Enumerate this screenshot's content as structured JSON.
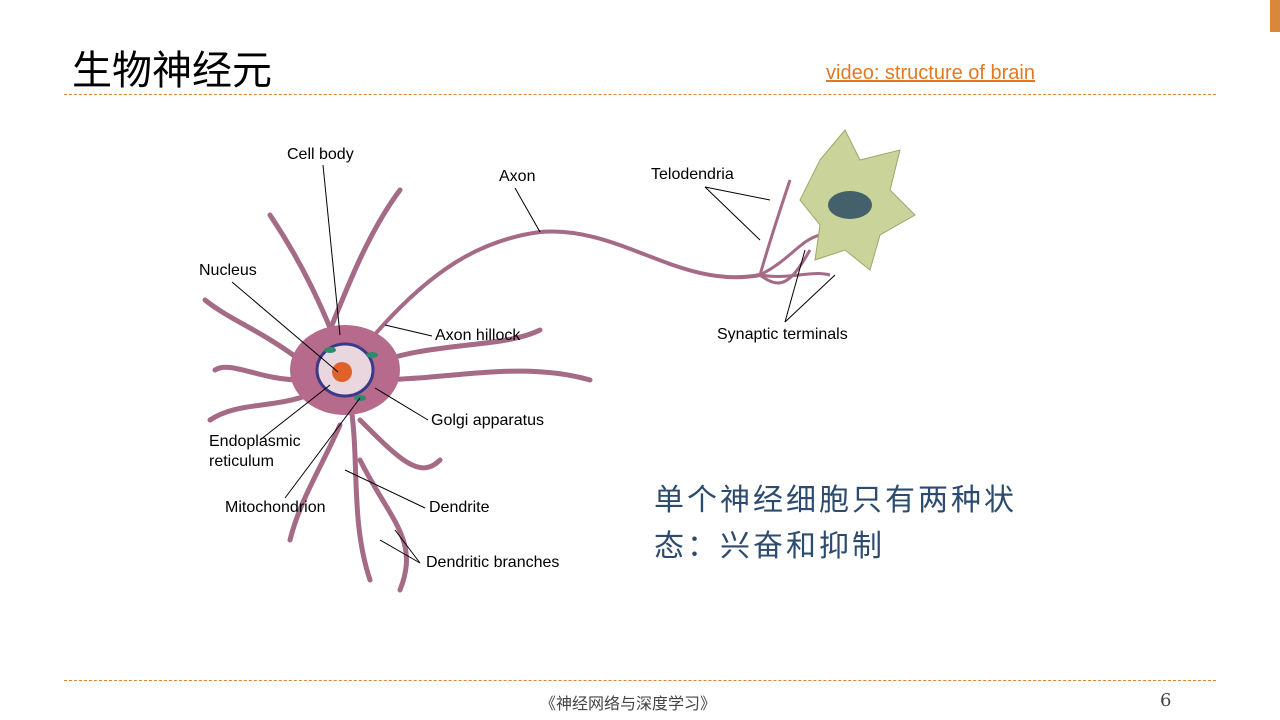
{
  "title": "生物神经元",
  "video_link": "video: structure of brain",
  "diagram_labels": {
    "cell_body": "Cell body",
    "axon": "Axon",
    "telodendria": "Telodendria",
    "nucleus": "Nucleus",
    "axon_hillock": "Axon hillock",
    "synaptic_terminals": "Synaptic terminals",
    "golgi": "Golgi apparatus",
    "er_line1": "Endoplasmic",
    "er_line2": "reticulum",
    "mitochondrion": "Mitochondrion",
    "dendrite": "Dendrite",
    "dendritic_branches": "Dendritic branches"
  },
  "note_line1": "单个神经细胞只有两种状",
  "note_line2": "态：兴奋和抑制",
  "footer": "《神经网络与深度学习》",
  "page_number": "6",
  "colors": {
    "accent": "#d9873a",
    "link": "#e07a22",
    "note": "#2d4b6f"
  }
}
